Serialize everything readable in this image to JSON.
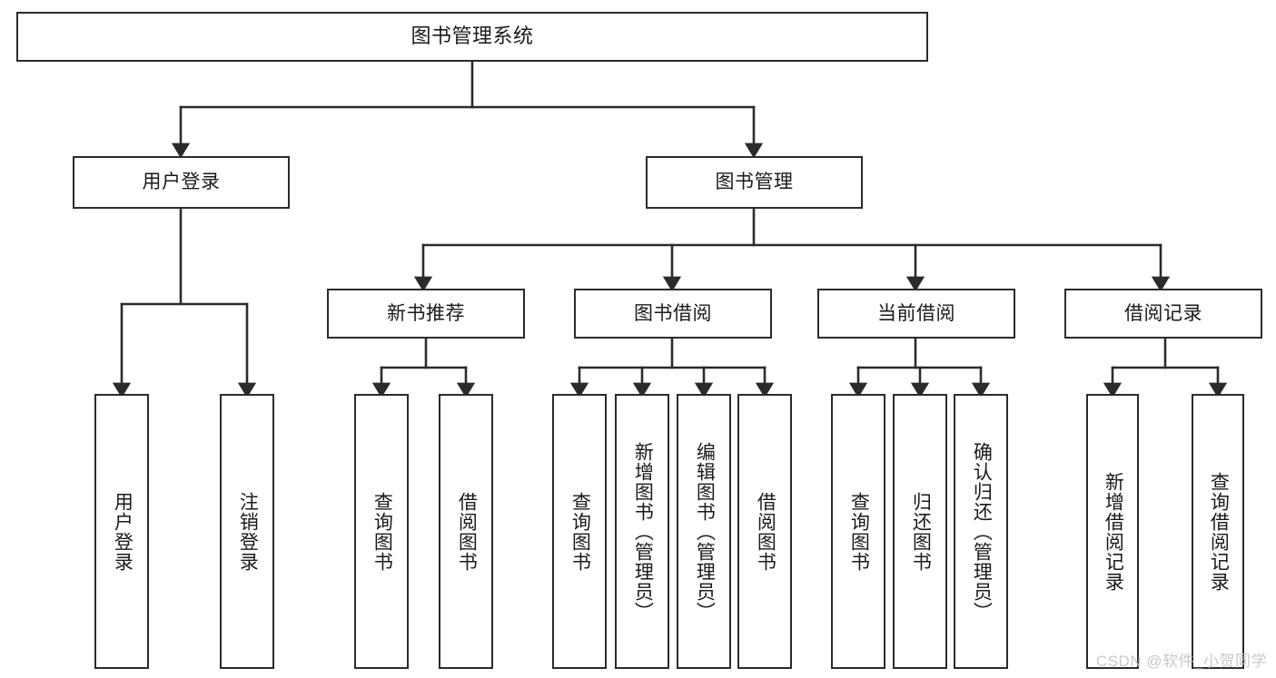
{
  "diagram": {
    "title": "图书管理系统",
    "type": "tree",
    "stroke_color": "#2b2b2b",
    "fill_color": "#ffffff",
    "text_color": "#1a1a1a",
    "watermark": "CSDN @软件_小贺同学",
    "watermark_color": "#c9c9c9"
  },
  "nodes": {
    "root": {
      "label": "图书管理系统",
      "level": 0
    },
    "level1": [
      {
        "id": "user-login",
        "label": "用户登录"
      },
      {
        "id": "book-management",
        "label": "图书管理"
      }
    ],
    "level2": [
      {
        "id": "new-book-recommend",
        "label": "新书推荐",
        "parent": "book-management"
      },
      {
        "id": "book-borrow",
        "label": "图书借阅",
        "parent": "book-management"
      },
      {
        "id": "current-borrow",
        "label": "当前借阅",
        "parent": "book-management"
      },
      {
        "id": "borrow-record",
        "label": "借阅记录",
        "parent": "book-management"
      }
    ],
    "leaves": [
      {
        "id": "leaf-user-login",
        "label": "用户登录",
        "parent": "user-login"
      },
      {
        "id": "leaf-logout-login",
        "label": "注销登录",
        "parent": "user-login"
      },
      {
        "id": "leaf-query-book-1",
        "label": "查询图书",
        "parent": "new-book-recommend"
      },
      {
        "id": "leaf-borrow-book-1",
        "label": "借阅图书",
        "parent": "new-book-recommend"
      },
      {
        "id": "leaf-query-book-2",
        "label": "查询图书",
        "parent": "book-borrow"
      },
      {
        "id": "leaf-add-book",
        "label": "新增图书（管理员）",
        "parent": "book-borrow"
      },
      {
        "id": "leaf-edit-book",
        "label": "编辑图书（管理员）",
        "parent": "book-borrow"
      },
      {
        "id": "leaf-borrow-book-2",
        "label": "借阅图书",
        "parent": "book-borrow"
      },
      {
        "id": "leaf-query-book-3",
        "label": "查询图书",
        "parent": "current-borrow"
      },
      {
        "id": "leaf-return-book",
        "label": "归还图书",
        "parent": "current-borrow"
      },
      {
        "id": "leaf-confirm-return",
        "label": "确认归还（管理员）",
        "parent": "current-borrow"
      },
      {
        "id": "leaf-add-record",
        "label": "新增借阅记录",
        "parent": "borrow-record"
      },
      {
        "id": "leaf-query-record",
        "label": "查询借阅记录",
        "parent": "borrow-record"
      }
    ]
  }
}
